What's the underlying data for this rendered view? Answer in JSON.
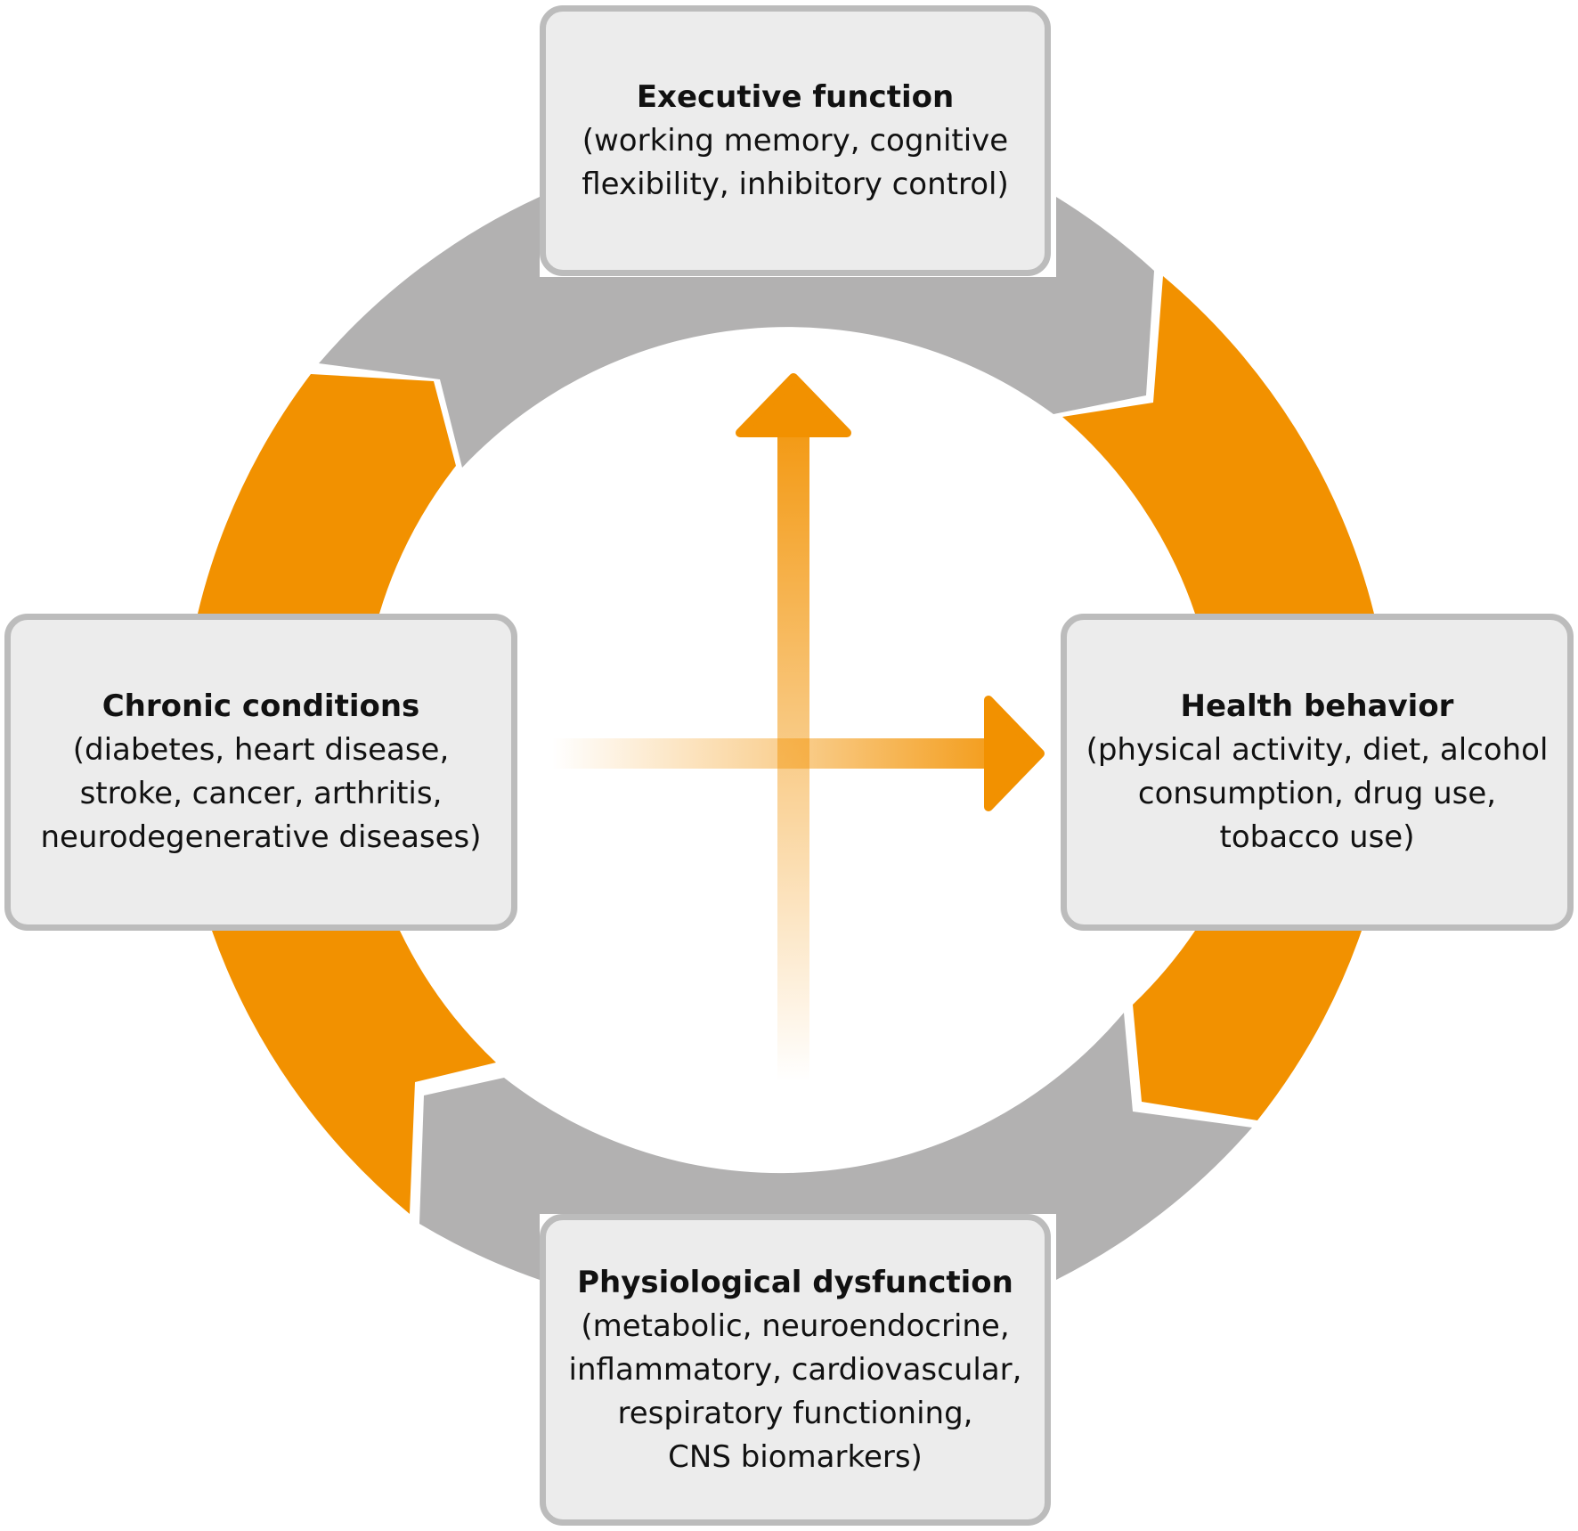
{
  "colors": {
    "accent_orange": "#f29100",
    "segment_gray": "#b2b1b1",
    "box_fill": "#ececec",
    "box_border": "#bcbcbc",
    "text": "#111111"
  },
  "nodes": {
    "executive_function": {
      "title": "Executive function",
      "detail": "(working memory, cognitive\nflexibility, inhibitory control)"
    },
    "health_behavior": {
      "title": "Health behavior",
      "detail": "(physical activity, diet, alcohol\nconsumption, drug use,\ntobacco use)"
    },
    "physiological_dysfunction": {
      "title": "Physiological dysfunction",
      "detail": "(metabolic, neuroendocrine,\ninflammatory, cardiovascular,\nrespiratory functioning,\nCNS biomarkers)"
    },
    "chronic_conditions": {
      "title": "Chronic conditions",
      "detail": "(diabetes, heart disease,\nstroke, cancer, arthritis,\nneurodegenerative diseases)"
    }
  },
  "cycle": {
    "segments": [
      {
        "from": "executive_function",
        "to": "health_behavior",
        "color": "orange"
      },
      {
        "from": "health_behavior",
        "to": "physiological_dysfunction",
        "color": "orange"
      },
      {
        "from": "physiological_dysfunction",
        "to": "chronic_conditions",
        "color": "gray"
      },
      {
        "from": "chronic_conditions",
        "to": "executive_function",
        "color": "orange"
      },
      {
        "from": "executive_function",
        "to": "health_behavior",
        "color": "gray"
      }
    ]
  },
  "center_arrows": [
    {
      "from": "physiological_dysfunction",
      "to": "executive_function",
      "direction": "up"
    },
    {
      "from": "chronic_conditions",
      "to": "health_behavior",
      "direction": "right"
    }
  ]
}
